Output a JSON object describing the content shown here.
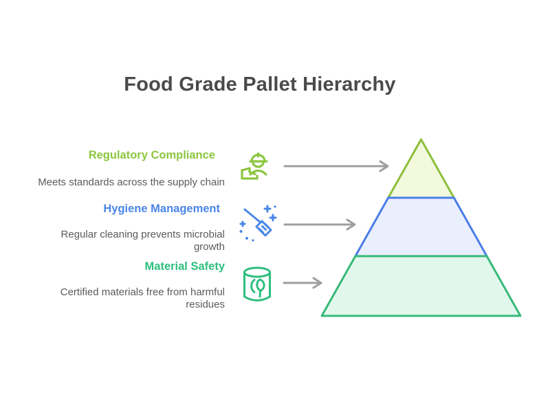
{
  "title": "Food Grade Pallet Hierarchy",
  "title_color": "#4A4A4A",
  "background": "#FFFFFF",
  "description_color": "#5B5B5B",
  "arrow_color": "#9E9E9E",
  "sections": [
    {
      "heading": "Regulatory Compliance",
      "description": "Meets standards across the supply chain",
      "color": "#8CC63F",
      "icon": "worker-hard-hat-icon"
    },
    {
      "heading": "Hygiene Management",
      "description": "Regular cleaning prevents microbial growth",
      "color": "#4A86E8",
      "icon": "broom-sparkles-icon"
    },
    {
      "heading": "Material Safety",
      "description": "Certified materials free from harmful residues",
      "color": "#2DBE7E",
      "icon": "can-leaf-icon"
    }
  ],
  "pyramid": {
    "levels": [
      {
        "name": "top",
        "linked_section": "Regulatory Compliance",
        "stroke": "#8CBF3B",
        "fill": "#F2F9DC"
      },
      {
        "name": "middle",
        "linked_section": "Hygiene Management",
        "stroke": "#4A7DE8",
        "fill": "#E9EFFC"
      },
      {
        "name": "bottom",
        "linked_section": "Material Safety",
        "stroke": "#36B978",
        "fill": "#E2F7EB"
      }
    ]
  }
}
